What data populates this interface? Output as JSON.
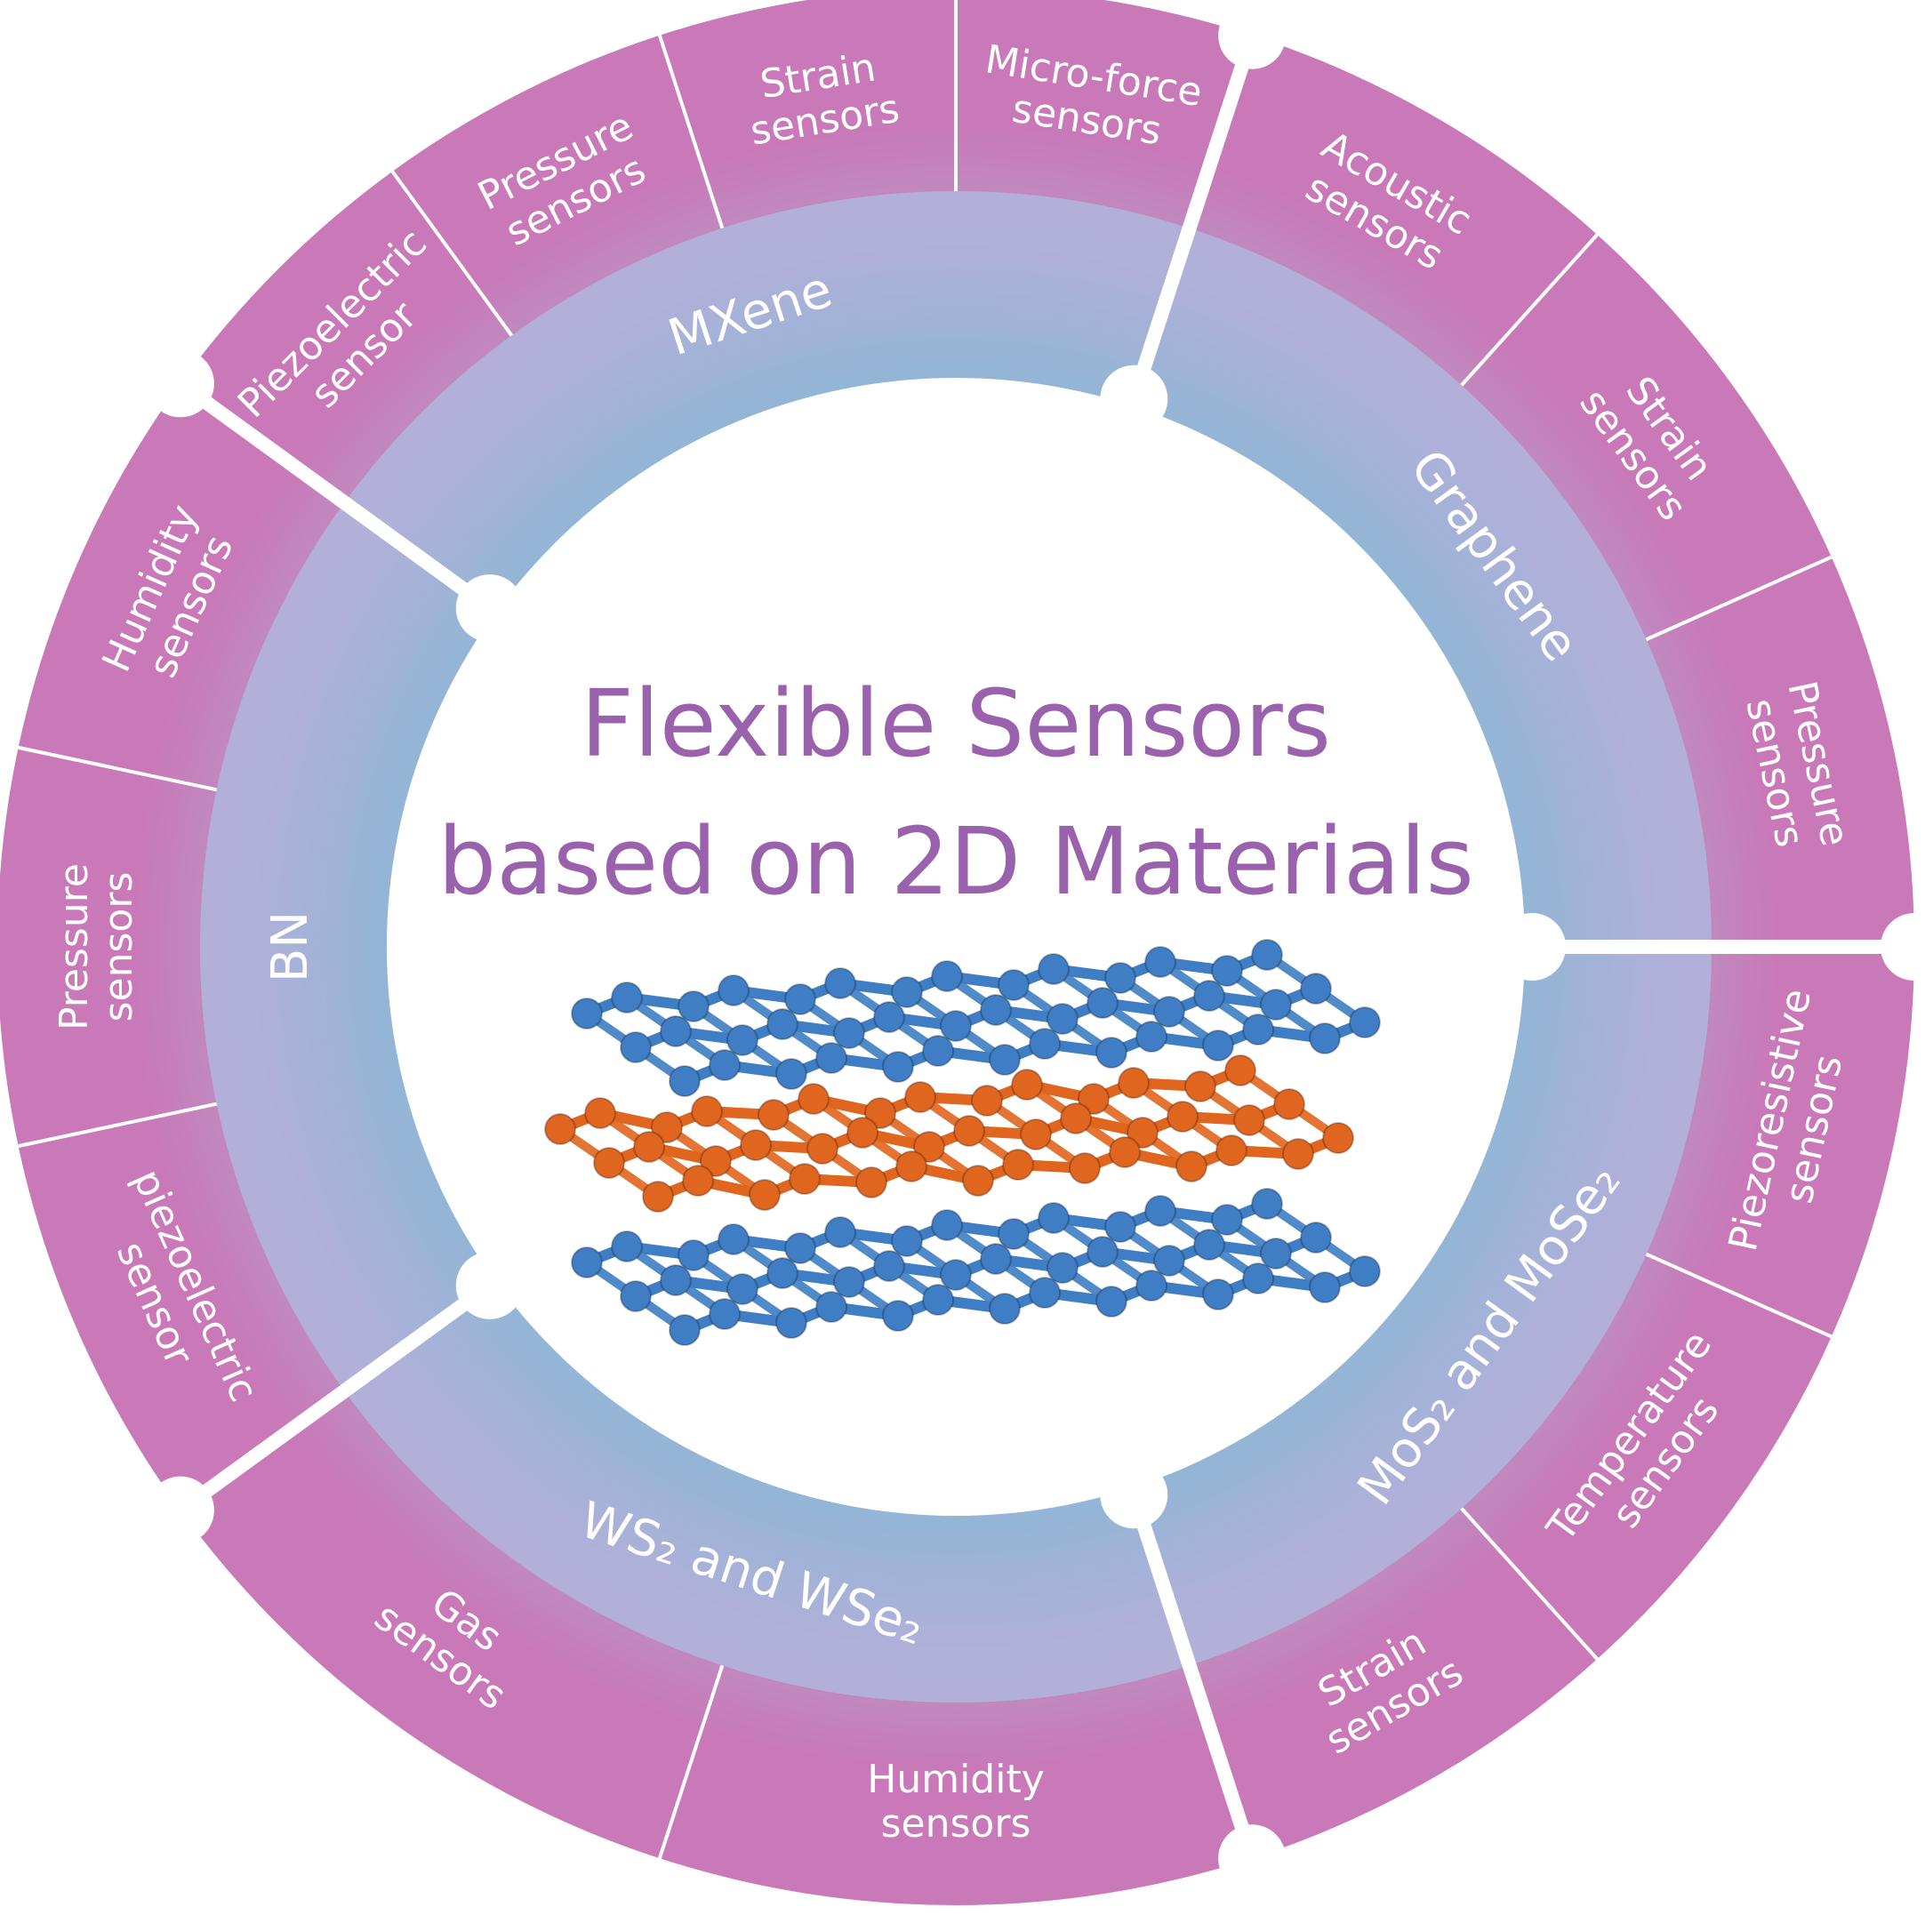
{
  "title": {
    "line1": "Flexible Sensors",
    "line2": "based on 2D Materials"
  },
  "colors": {
    "title": "#9a62ad",
    "outer_ring": "#c978b8",
    "inner_ring_light": "#b0b0d9",
    "inner_ring_dark": "#8fb6d5",
    "divider": "#ffffff",
    "atom_blue": "#3f7ec4",
    "atom_orange": "#e0651e"
  },
  "illustration": {
    "name": "layered-2d-material-structure",
    "layers": [
      "blue",
      "orange",
      "blue"
    ]
  },
  "materials": [
    {
      "name": "Graphene",
      "sensors": [
        [
          "Acoustic",
          "sensors"
        ],
        [
          "Strain",
          "sensors"
        ],
        [
          "Pressure",
          "sensors"
        ]
      ]
    },
    {
      "name": "MoS₂ and MoSe₂",
      "sensors": [
        [
          "Piezoresistive",
          "sensors"
        ],
        [
          "Temperature",
          "sensors"
        ],
        [
          "Strain",
          "sensors"
        ]
      ]
    },
    {
      "name": "WS₂ and WSe₂",
      "sensors": [
        [
          "Humidity",
          "sensors"
        ],
        [
          "Gas",
          "sensors"
        ]
      ]
    },
    {
      "name": "BN",
      "sensors": [
        [
          "piezoelectric",
          "sensor"
        ],
        [
          "Pressure",
          "sensors"
        ],
        [
          "Humidity",
          "sensors"
        ]
      ]
    },
    {
      "name": "MXene",
      "sensors": [
        [
          "Piezoelectric",
          "sensor"
        ],
        [
          "Pressure",
          "sensors"
        ],
        [
          "Strain",
          "sensors"
        ],
        [
          "Micro-force",
          "sensors"
        ]
      ]
    }
  ]
}
